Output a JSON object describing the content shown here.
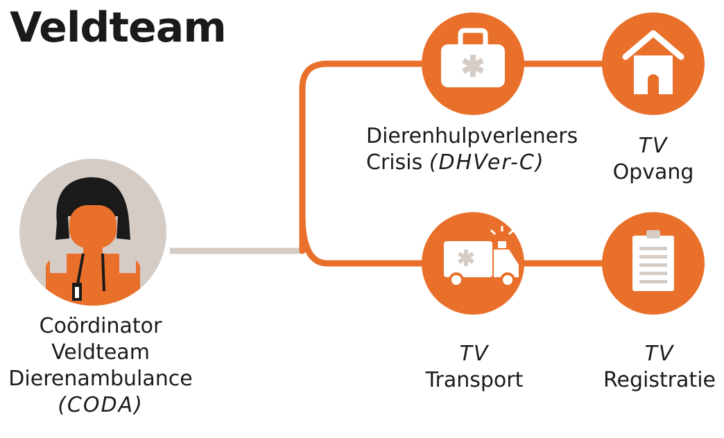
{
  "title": "Veldteam",
  "colors": {
    "accent": "#e8702a",
    "connector_grey": "#d5ccc6",
    "avatar_bg": "#d5ccc6",
    "text": "#1a1a1a"
  },
  "coordinator": {
    "icon": "person-avatar-icon",
    "line1": "Coördinator",
    "line2": "Veldteam",
    "line3": "Dierenambulance",
    "abbr": "(CODA)"
  },
  "nodes": {
    "dhver": {
      "icon": "medical-kit-icon",
      "line1": "Dierenhulpverleners",
      "line2": "Crisis",
      "abbr": "(DHVer-C)"
    },
    "opvang": {
      "icon": "house-icon",
      "prefix": "TV",
      "name": "Opvang"
    },
    "transport": {
      "icon": "ambulance-icon",
      "prefix": "TV",
      "name": "Transport"
    },
    "registratie": {
      "icon": "clipboard-icon",
      "prefix": "TV",
      "name": "Registratie"
    }
  }
}
